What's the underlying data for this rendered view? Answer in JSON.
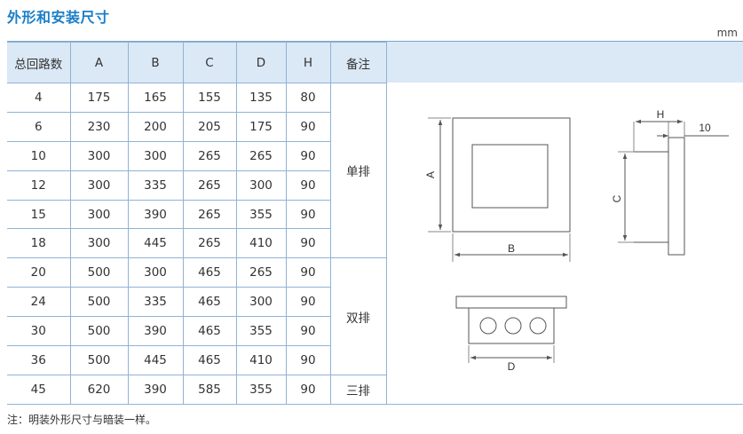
{
  "title": "外形和安装尺寸",
  "unit": "mm",
  "table": {
    "headers": [
      "总回路数",
      "A",
      "B",
      "C",
      "D",
      "H",
      "备注"
    ],
    "rows": [
      [
        "4",
        "175",
        "165",
        "155",
        "135",
        "80"
      ],
      [
        "6",
        "230",
        "200",
        "205",
        "175",
        "90"
      ],
      [
        "10",
        "300",
        "300",
        "265",
        "265",
        "90"
      ],
      [
        "12",
        "300",
        "335",
        "265",
        "300",
        "90"
      ],
      [
        "15",
        "300",
        "390",
        "265",
        "355",
        "90"
      ],
      [
        "18",
        "300",
        "445",
        "265",
        "410",
        "90"
      ],
      [
        "20",
        "500",
        "300",
        "465",
        "265",
        "90"
      ],
      [
        "24",
        "500",
        "335",
        "465",
        "300",
        "90"
      ],
      [
        "30",
        "500",
        "390",
        "465",
        "355",
        "90"
      ],
      [
        "36",
        "500",
        "445",
        "465",
        "410",
        "90"
      ],
      [
        "45",
        "620",
        "390",
        "585",
        "355",
        "90"
      ]
    ],
    "remarks": [
      "单排",
      "双排",
      "三排"
    ]
  },
  "drawing": {
    "front_height_label": "A",
    "front_width_label": "B",
    "side_height_label": "C",
    "side_depth_label": "H",
    "side_thickness_label": "10",
    "bottom_width_label": "D"
  },
  "note": "注：明装外形尺寸与暗装一样。"
}
